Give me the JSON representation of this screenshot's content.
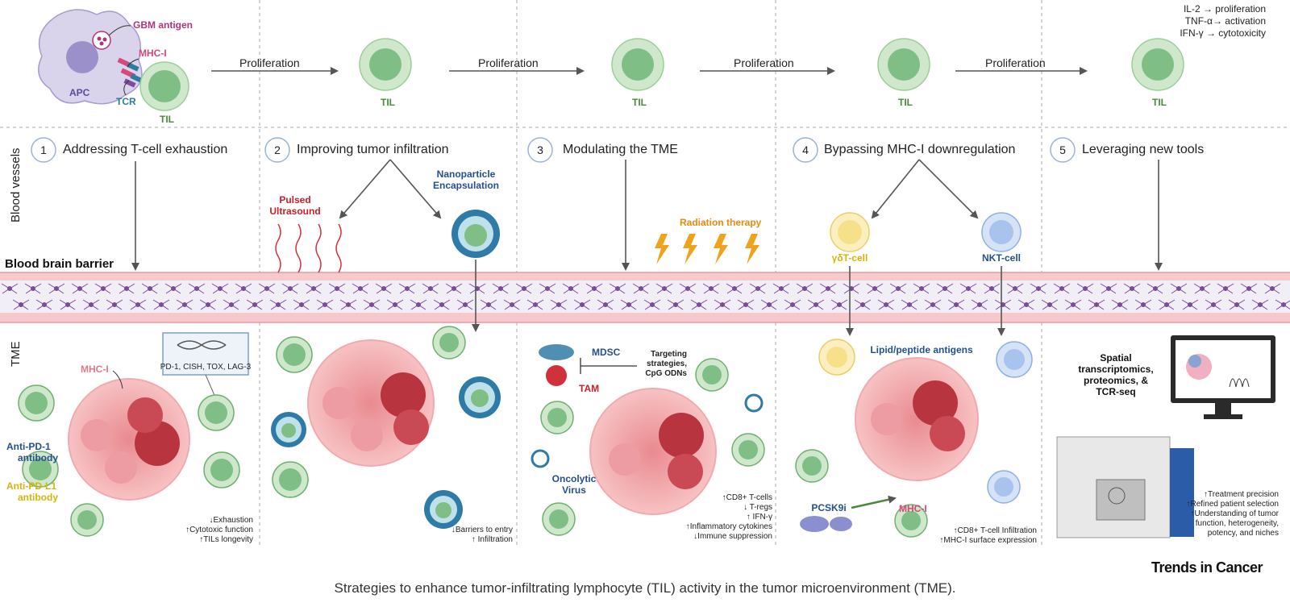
{
  "top_row": {
    "apc_label": "APC",
    "gbm_antigen": "GBM antigen",
    "mhc_label": "MHC-I",
    "tcr_label": "TCR",
    "til_label": "TIL",
    "proliferation": "Proliferation",
    "cytokines": [
      "IL-2 → proliferation",
      "TNF-α→ activation",
      "IFN-γ → cytotoxicity"
    ]
  },
  "side_labels": {
    "blood_vessels": "Blood vessels",
    "bbb": "Blood brain barrier",
    "tme": "TME"
  },
  "strategies": [
    {
      "num": "1",
      "title": "Addressing T-cell exhaustion"
    },
    {
      "num": "2",
      "title": "Improving tumor infiltration"
    },
    {
      "num": "3",
      "title": "Modulating the TME"
    },
    {
      "num": "4",
      "title": "Bypassing MHC-I downregulation"
    },
    {
      "num": "5",
      "title": "Leveraging new tools"
    }
  ],
  "panel1": {
    "mhc": "MHC-I",
    "genes": "PD-1, CISH, TOX, LAG-3",
    "anti_pd1": [
      "Anti-PD-1",
      "antibody"
    ],
    "anti_pdl1": [
      "Anti-PD-L1",
      "antibody"
    ],
    "outcomes": [
      "↓Exhaustion",
      "↑Cytotoxic  function",
      "↑TILs longevity"
    ]
  },
  "panel2": {
    "pulsed": [
      "Pulsed",
      "Ultrasound"
    ],
    "nano": [
      "Nanoparticle",
      "Encapsulation"
    ],
    "outcomes": [
      "↓Barriers to entry",
      "↑ Infiltration"
    ]
  },
  "panel3": {
    "radiation": "Radiation therapy",
    "mdsc": "MDSC",
    "tam": "TAM",
    "targeting": [
      "Targeting",
      "strategies,",
      "CpG ODNs"
    ],
    "oncolytic": [
      "Oncolytic",
      "Virus"
    ],
    "outcomes": [
      "↑CD8+ T-cells",
      "↓ T-regs",
      "↑ IFN-γ",
      "↑Inflammatory cytokines",
      "↓Immune suppression"
    ]
  },
  "panel4": {
    "gd": "γδT-cell",
    "nkt": "NKT-cell",
    "lipid": "Lipid/peptide antigens",
    "pcsk": "PCSK9i",
    "mhc": "MHC-I",
    "outcomes": [
      "↑CD8+ T-cell Infiltration",
      "↑MHC-I surface expression"
    ]
  },
  "panel5": {
    "spatial": [
      "Spatial",
      "transcriptomics,",
      "proteomics, &",
      "TCR-seq"
    ],
    "outcomes": [
      "↑Treatment precision",
      "↑Refined patient selection",
      "↑Understanding of tumor",
      "function, heterogeneity,",
      "potency, and niches"
    ]
  },
  "brand": "Trends in Cancer",
  "caption": "Strategies to enhance tumor-infiltrating lymphocyte (TIL) activity in the tumor microenvironment (TME).",
  "colors": {
    "til_fill": "#cfe8cc",
    "til_nucleus": "#7fbf85",
    "til_text": "#4a8a3a",
    "vessel": "#f6c9cb",
    "neuron": "#7b4d98",
    "tumor": "#e8868c",
    "tumor_dark": "#b8353f",
    "arrow": "#555555",
    "red_label": "#c8202a",
    "blue_label": "#24508f",
    "orange_label": "#e88a12",
    "yellow_label": "#d6b40a"
  }
}
